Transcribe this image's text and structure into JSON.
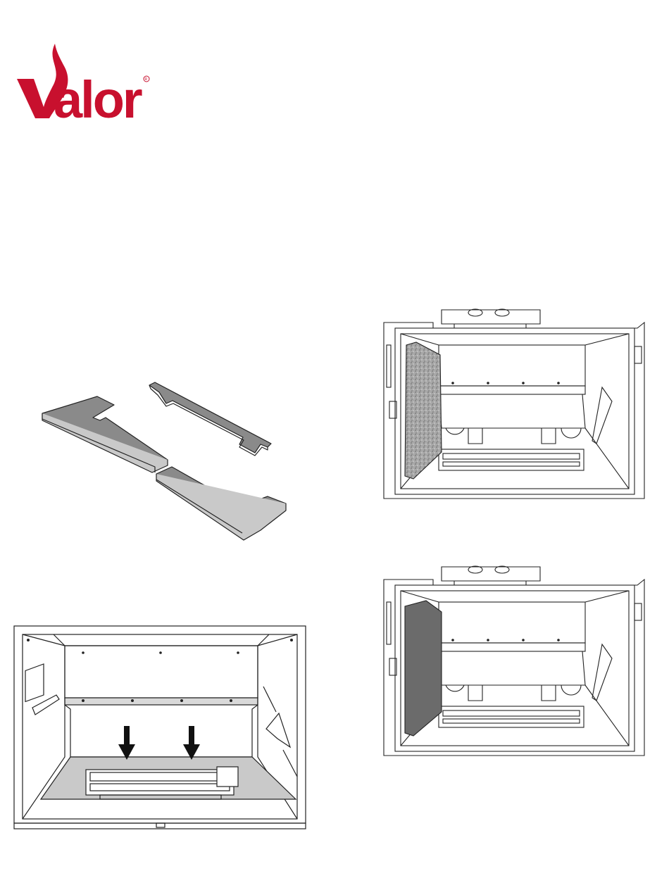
{
  "brand": {
    "name": "Valor",
    "registered_mark": "®",
    "color": "#c8102e"
  },
  "figures": [
    {
      "id": "surround-pieces",
      "icon": "brick-surround-pieces-drawing"
    },
    {
      "id": "firebox-front",
      "icon": "firebox-front-view-drawing",
      "callouts": 2
    },
    {
      "id": "firebox-textured-panel",
      "icon": "firebox-textured-side-panel-drawing"
    },
    {
      "id": "firebox-solid-panel",
      "icon": "firebox-solid-side-panel-drawing"
    }
  ],
  "colors": {
    "line": "#222222",
    "fill_gray": "#8a8a8a",
    "fill_light": "#c9c9c9",
    "panel_dark": "#6b6b6b"
  }
}
